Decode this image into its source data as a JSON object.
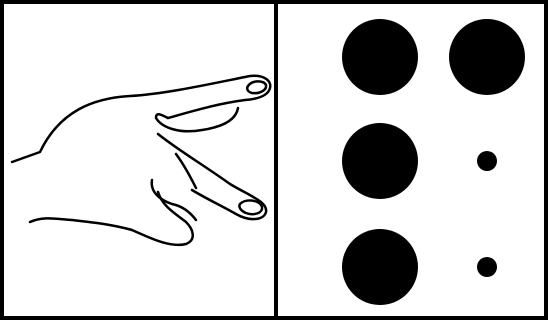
{
  "hand_panel": {
    "icon": "pointing-hand-icon"
  },
  "braille_panel": {
    "icon": "braille-cell-icon",
    "cell": [
      {
        "position": 1,
        "raised": true
      },
      {
        "position": 4,
        "raised": true
      },
      {
        "position": 2,
        "raised": true
      },
      {
        "position": 5,
        "raised": false
      },
      {
        "position": 3,
        "raised": true
      },
      {
        "position": 6,
        "raised": false
      }
    ]
  },
  "colors": {
    "ink": "#000000",
    "paper": "#ffffff"
  }
}
